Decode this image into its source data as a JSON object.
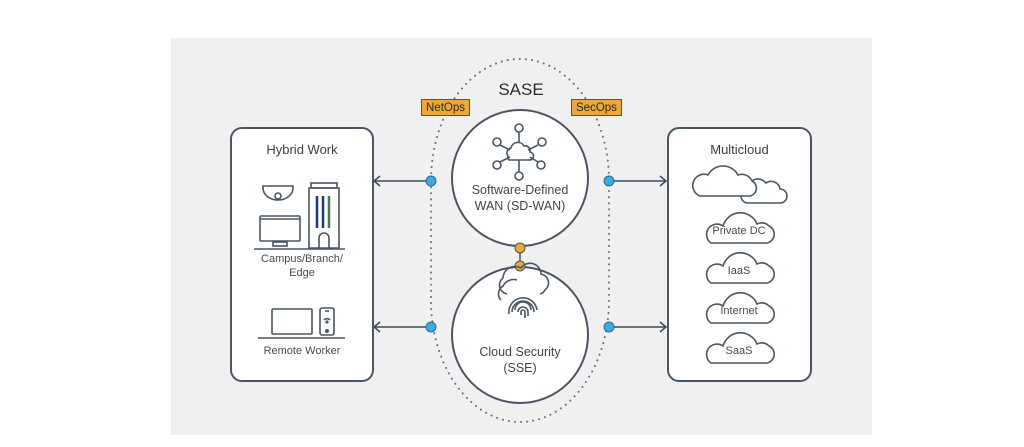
{
  "diagram": {
    "title": "SASE",
    "tags": {
      "left": "NetOps",
      "right": "SecOps"
    },
    "left_box": {
      "title": "Hybrid Work",
      "groups": [
        {
          "label_line1": "Campus/Branch/",
          "label_line2": "Edge",
          "icons": [
            "security-camera-icon",
            "monitor-icon",
            "building-icon"
          ]
        },
        {
          "label_line1": "Remote Worker",
          "icons": [
            "laptop-icon",
            "mobile-phone-icon"
          ]
        }
      ]
    },
    "center": {
      "top_circle": {
        "line1": "Software-Defined",
        "line2": "WAN (SD-WAN)",
        "icon": "network-cloud-icon"
      },
      "bottom_circle": {
        "line1": "Cloud Security",
        "line2": "(SSE)",
        "icon": "cloud-fingerprint-icon"
      }
    },
    "right_box": {
      "title": "Multicloud",
      "clouds": [
        "Private DC",
        "IaaS",
        "Internet",
        "SaaS"
      ]
    },
    "colors": {
      "stroke": "#4b5563",
      "tag": "#eba73a",
      "connector_blue": "#3fa9dd",
      "connector_orange": "#eba73a",
      "building_stripe_navy": "#1f3a7a",
      "building_stripe_green": "#4a7a5a",
      "panel_bg": "#f0f0f0"
    }
  }
}
